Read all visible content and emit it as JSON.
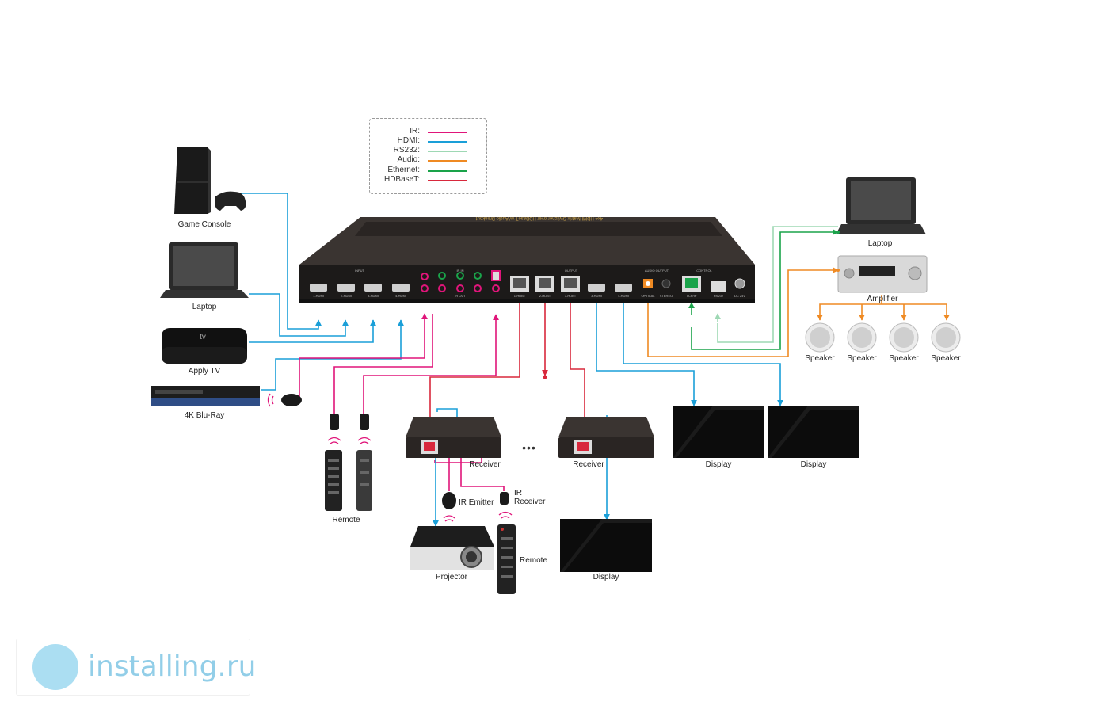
{
  "colors": {
    "ir": "#e0157a",
    "hdmi": "#1a9fd8",
    "rs232": "#9ed8b4",
    "audio": "#ef8a23",
    "ethernet": "#1aa34a",
    "hdbaset": "#d8283c",
    "device_dark": "#2e2926",
    "panel": "#1c1a19"
  },
  "legend": {
    "items": [
      {
        "label": "IR:",
        "color": "#e0157a"
      },
      {
        "label": "HDMI:",
        "color": "#1a9fd8"
      },
      {
        "label": "RS232:",
        "color": "#9ed8b4"
      },
      {
        "label": "Audio:",
        "color": "#ef8a23"
      },
      {
        "label": "Ethernet:",
        "color": "#1aa34a"
      },
      {
        "label": "HDBaseT:",
        "color": "#d8283c"
      }
    ]
  },
  "devices": {
    "game_console": "Game Console",
    "laptop_left": "Laptop",
    "apple_tv": "Apply TV",
    "bluray": "4K Blu-Ray",
    "remote_left": "Remote",
    "receiver_1": "Receiver",
    "receiver_2": "Receiver",
    "ir_emitter": "IR Emitter",
    "ir_receiver": "IR Receiver",
    "projector": "Projector",
    "remote_bottom": "Remote",
    "display_center": "Display",
    "display_1": "Display",
    "display_2": "Display",
    "laptop_right": "Laptop",
    "amplifier": "Amplifier",
    "speakers": [
      "Speaker",
      "Speaker",
      "Speaker",
      "Speaker"
    ]
  },
  "matrix": {
    "top_label": "4x4 HDMI Matrix Switcher over HDBaseT w/ Audio Breakout",
    "sections": {
      "input": "INPUT",
      "output": "OUTPUT",
      "audio_output": "AUDIO OUTPUT",
      "control": "CONTROL",
      "ir_in": "IR IN",
      "ir_out": "IR OUT"
    },
    "input_ports": [
      "1-HDMI",
      "2-HDMI",
      "3-HDMI",
      "4-HDMI"
    ],
    "hdbaset_ports": [
      "1-HDBT",
      "2-HDBT",
      "3-HDBT"
    ],
    "hdmi_out_ports": [
      "3-HDMI",
      "4-HDMI"
    ],
    "audio_ports": [
      "OPTICAL",
      "STEREO"
    ],
    "control_ports": [
      "TCP/IP",
      "RS232"
    ],
    "power_label": "DC 24V"
  },
  "ellipsis": "•••",
  "watermark": "installing.ru"
}
